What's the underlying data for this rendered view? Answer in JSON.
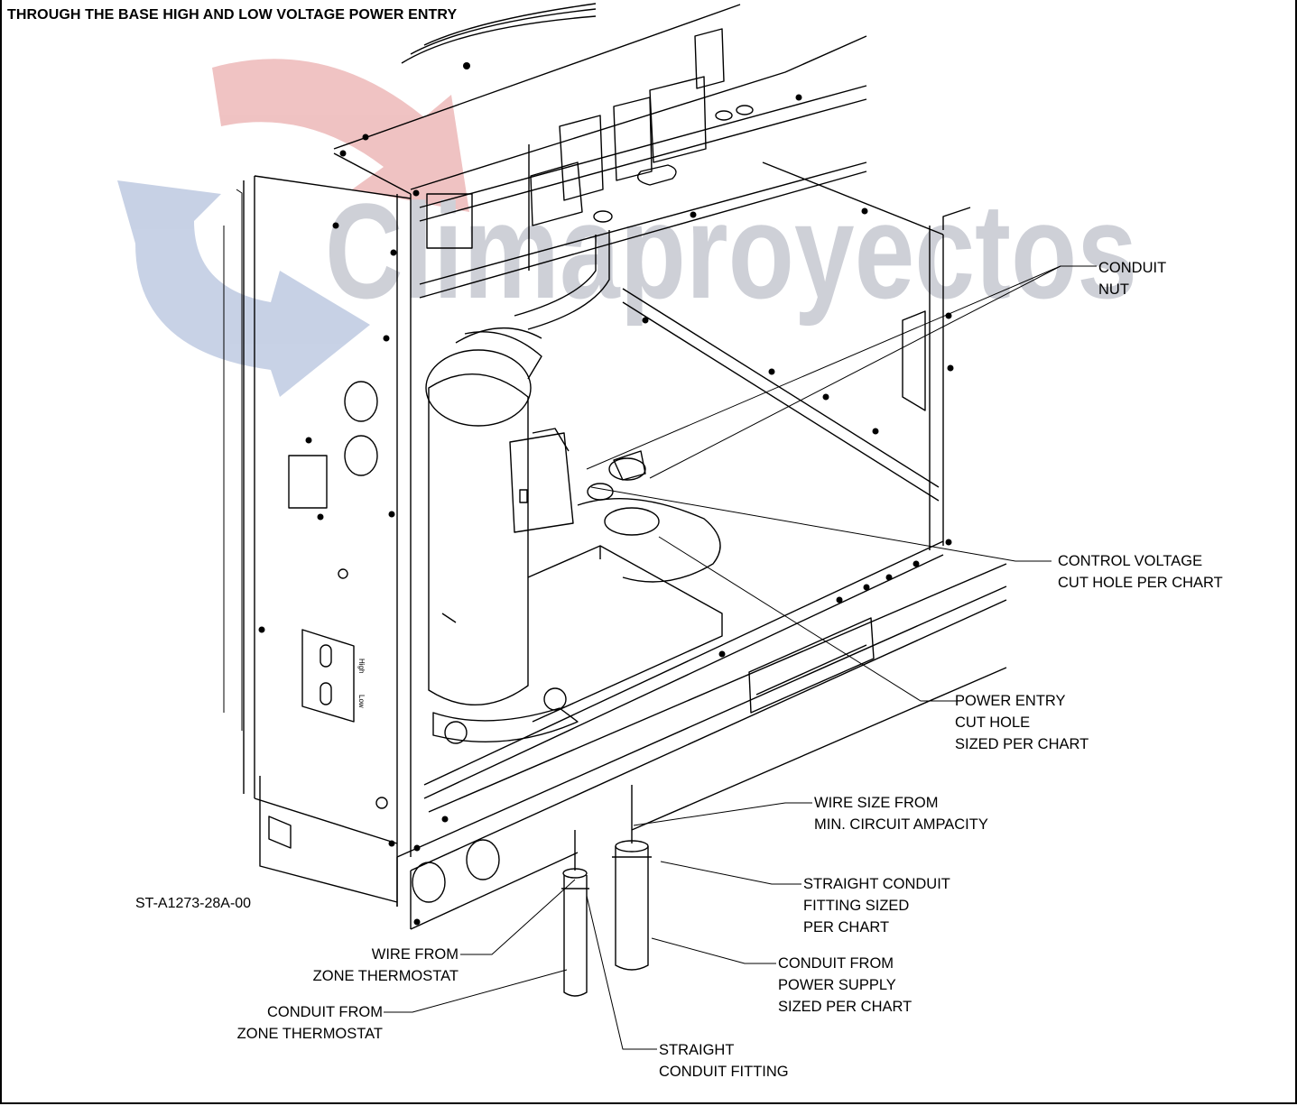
{
  "title": "THROUGH THE BASE HIGH AND LOW VOLTAGE POWER ENTRY",
  "drawing_code": "ST-A1273-28A-00",
  "watermark": {
    "text": "Climaproyectos",
    "color": "#c9cbd3",
    "arrow_red": "#e9b3b3",
    "arrow_blue": "#b9c6df"
  },
  "unit_marks": {
    "high": "High",
    "low": "Low"
  },
  "callouts": {
    "conduit_nut": [
      "CONDUIT",
      "NUT"
    ],
    "control_voltage": [
      "CONTROL VOLTAGE",
      "CUT HOLE PER CHART"
    ],
    "power_entry": [
      "POWER ENTRY",
      "CUT HOLE",
      "SIZED PER CHART"
    ],
    "wire_size": [
      "WIRE SIZE FROM",
      "MIN. CIRCUIT AMPACITY"
    ],
    "straight_fitting_sized": [
      "STRAIGHT CONDUIT",
      "FITTING SIZED",
      "PER CHART"
    ],
    "conduit_power": [
      "CONDUIT FROM",
      "POWER SUPPLY",
      "SIZED PER CHART"
    ],
    "wire_thermostat": [
      "WIRE FROM",
      "ZONE THERMOSTAT"
    ],
    "conduit_thermostat": [
      "CONDUIT FROM",
      "ZONE THERMOSTAT"
    ],
    "straight_fitting": [
      "STRAIGHT",
      "CONDUIT FITTING"
    ]
  }
}
